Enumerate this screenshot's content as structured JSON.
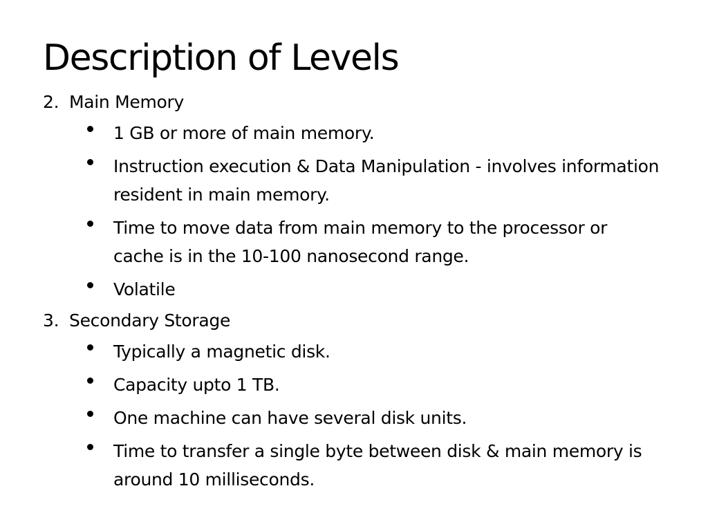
{
  "slide": {
    "title": "Description of Levels",
    "sections": [
      {
        "number": "2.",
        "heading": "Main Memory",
        "bullets": [
          "1 GB or more of main memory.",
          "Instruction execution & Data Manipulation - involves information resident in main memory.",
          "Time to move data from main memory to the processor or cache is in the 10-100 nanosecond range.",
          "Volatile"
        ]
      },
      {
        "number": "3.",
        "heading": "Secondary Storage",
        "bullets": [
          "Typically a magnetic disk.",
          "Capacity upto 1 TB.",
          "One machine can have several disk units.",
          "Time to transfer a single byte between disk & main memory is around 10 milliseconds."
        ]
      }
    ]
  }
}
